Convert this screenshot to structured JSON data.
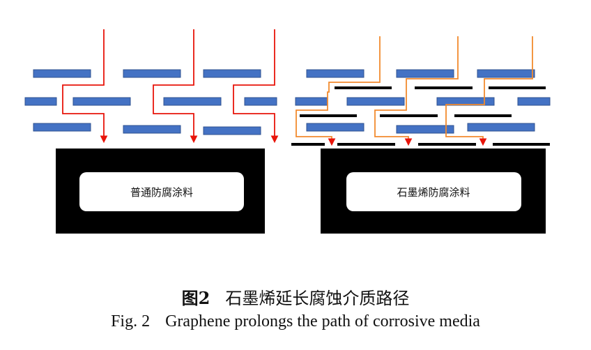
{
  "panels": {
    "left_label": "普通防腐涂料",
    "right_label": "石墨烯防腐涂料"
  },
  "caption": {
    "cn_number": "图2",
    "cn_title": "石墨烯延长腐蚀介质路径",
    "en_number": "Fig. 2",
    "en_title": "Graphene prolongs the path of corrosive media"
  },
  "colors": {
    "coating_flake": "#4472c4",
    "graphene_sheet": "#000000",
    "path_ordinary": "#e8140a",
    "path_graphene": "#f28a2e",
    "substrate": "#000000",
    "label_box": "#ffffff"
  }
}
